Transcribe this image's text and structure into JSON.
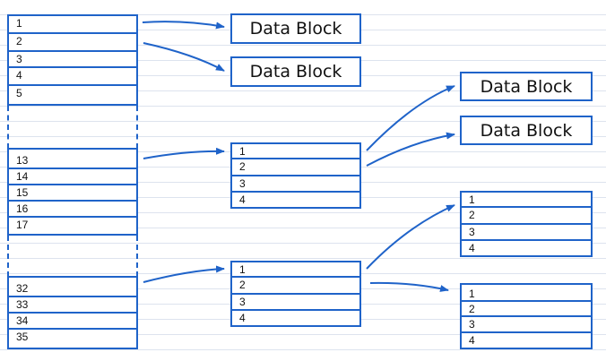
{
  "data_block_label": "Data Block",
  "inode": {
    "group1": [
      "1",
      "2",
      "3",
      "4",
      "5"
    ],
    "group2": [
      "13",
      "14",
      "15",
      "16",
      "17"
    ],
    "group3": [
      "32",
      "33",
      "34",
      "35"
    ]
  },
  "single_indirect_block": [
    "1",
    "2",
    "3",
    "4"
  ],
  "double_indirect_block": [
    "1",
    "2",
    "3",
    "4"
  ],
  "leaf_block_a": [
    "1",
    "2",
    "3",
    "4"
  ],
  "leaf_block_b": [
    "1",
    "2",
    "3",
    "4"
  ]
}
